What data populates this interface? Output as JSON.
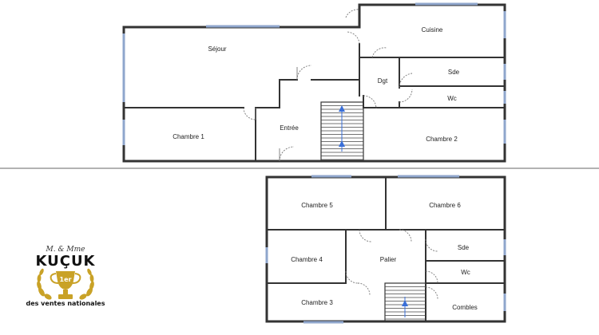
{
  "rooms": {
    "sejour": "Séjour",
    "cuisine": "Cuisine",
    "sde_rdc": "Sde",
    "dgt": "Dgt",
    "wc_rdc": "Wc",
    "chambre1": "Chambre 1",
    "entree": "Entrée",
    "chambre2": "Chambre 2",
    "chambre5": "Chambre 5",
    "chambre6": "Chambre 6",
    "sde_etage": "Sde",
    "chambre4": "Chambre 4",
    "palier": "Palier",
    "wc_etage": "Wc",
    "chambre3": "Chambre 3",
    "combles": "Combles"
  },
  "logo": {
    "top_line": "M. & Mme",
    "name": "KUÇUK",
    "rank": "1er",
    "bottom_line": "des ventes nationales",
    "gold_color": "#c9a227"
  },
  "colors": {
    "wall": "#333333",
    "window": "#8fa6cc",
    "arrow": "#3a6fd8"
  }
}
